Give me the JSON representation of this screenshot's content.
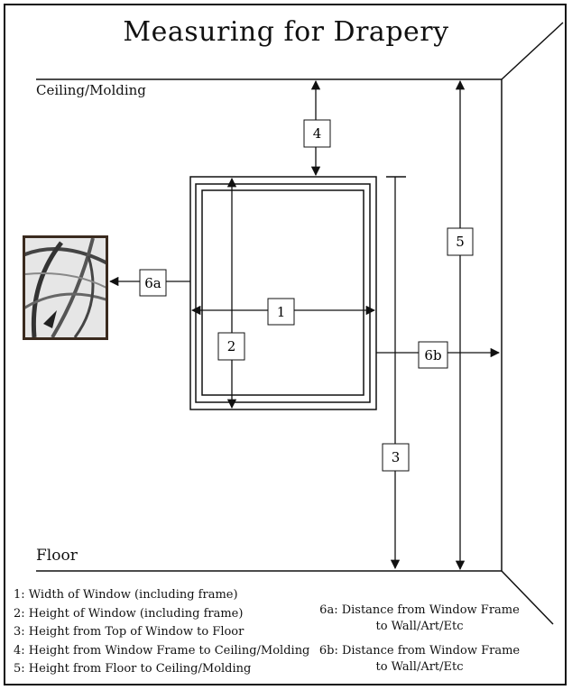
{
  "title": "Measuring for Drapery",
  "labels": {
    "ceiling": "Ceiling/Molding",
    "floor": "Floor"
  },
  "boxes": {
    "b1": "1",
    "b2": "2",
    "b3": "3",
    "b4": "4",
    "b5": "5",
    "b6a": "6a",
    "b6b": "6b"
  },
  "legend_left": [
    "1: Width of Window (including frame)",
    "2: Height of Window (including frame)",
    "3: Height from Top of Window to Floor",
    "4: Height from Window Frame to Ceiling/Molding",
    "5: Height from Floor to Ceiling/Molding"
  ],
  "legend_right": [
    {
      "line1": "6a: Distance from Window Frame",
      "line2": "to Wall/Art/Etc"
    },
    {
      "line1": "6b: Distance from Window Frame",
      "line2": "to Wall/Art/Etc"
    }
  ],
  "colors": {
    "line": "#111111",
    "art_frame": "#3a2a1e"
  }
}
